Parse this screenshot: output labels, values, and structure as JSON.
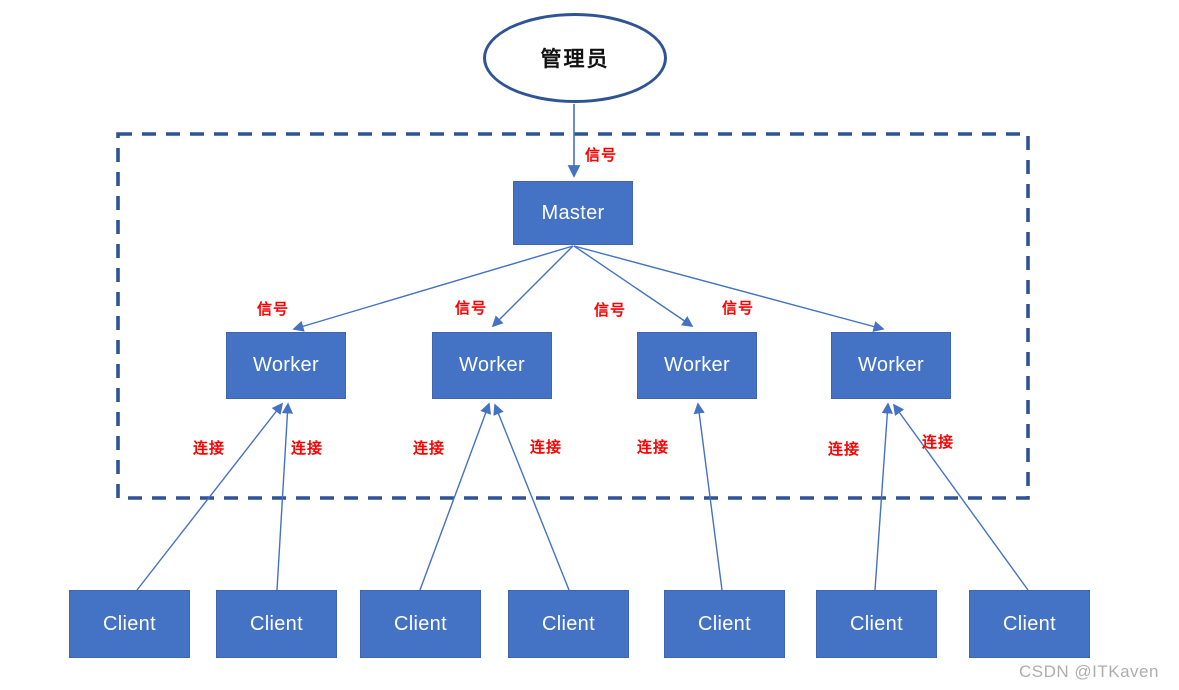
{
  "diagram": {
    "nodes": {
      "admin": {
        "label": "管理员"
      },
      "master": {
        "label": "Master"
      },
      "workers": [
        {
          "label": "Worker"
        },
        {
          "label": "Worker"
        },
        {
          "label": "Worker"
        },
        {
          "label": "Worker"
        }
      ],
      "clients": [
        {
          "label": "Client"
        },
        {
          "label": "Client"
        },
        {
          "label": "Client"
        },
        {
          "label": "Client"
        },
        {
          "label": "Client"
        },
        {
          "label": "Client"
        },
        {
          "label": "Client"
        }
      ]
    },
    "edge_labels": {
      "signals": [
        "信号",
        "信号",
        "信号",
        "信号",
        "信号"
      ],
      "connects": [
        "连接",
        "连接",
        "连接",
        "连接",
        "连接",
        "连接",
        "连接"
      ]
    },
    "edges": [
      {
        "from": "admin",
        "to": "master",
        "label": "信号"
      },
      {
        "from": "master",
        "to": "worker-1",
        "label": "信号"
      },
      {
        "from": "master",
        "to": "worker-2",
        "label": "信号"
      },
      {
        "from": "master",
        "to": "worker-3",
        "label": "信号"
      },
      {
        "from": "master",
        "to": "worker-4",
        "label": "信号"
      },
      {
        "from": "client-1",
        "to": "worker-1",
        "label": "连接"
      },
      {
        "from": "client-2",
        "to": "worker-1",
        "label": "连接"
      },
      {
        "from": "client-3",
        "to": "worker-2",
        "label": "连接"
      },
      {
        "from": "client-4",
        "to": "worker-2",
        "label": "连接"
      },
      {
        "from": "client-5",
        "to": "worker-3",
        "label": "连接"
      },
      {
        "from": "client-6",
        "to": "worker-4",
        "label": "连接"
      },
      {
        "from": "client-7",
        "to": "worker-4",
        "label": "连接"
      }
    ],
    "watermark": "CSDN @ITKaven",
    "colors": {
      "node_fill": "#4472C4",
      "node_border": "#3E66AE",
      "node_text": "#FFFFFF",
      "outline_blue": "#2F5496",
      "connector_blue": "#4472C4",
      "edge_label_red": "#FF0000",
      "watermark_gray": "#AEAEAE",
      "background": "#FFFFFF"
    }
  }
}
